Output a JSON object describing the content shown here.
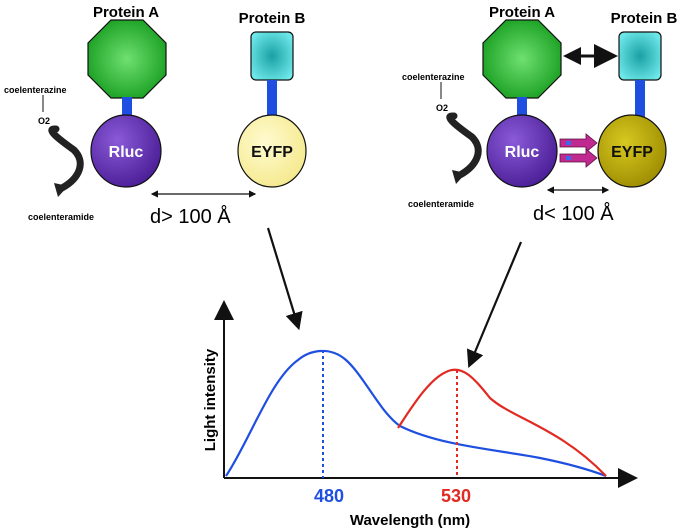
{
  "left_panel": {
    "protein_a": "Protein A",
    "protein_b": "Protein B",
    "substrate": "coelenterazine",
    "oxygen": "O2",
    "product": "coelenteramide",
    "donor": "Rluc",
    "acceptor": "EYFP",
    "distance": "d> 100 Å"
  },
  "right_panel": {
    "protein_a": "Protein A",
    "protein_b": "Protein B",
    "substrate": "coelenterazine",
    "oxygen": "O2",
    "product": "coelenteramide",
    "donor": "Rluc",
    "acceptor": "EYFP",
    "distance": "d< 100 Å"
  },
  "spectrum": {
    "ylabel": "Light intensity",
    "xlabel": "Wavelength (nm)",
    "peak_blue_label": "480",
    "peak_red_label": "530"
  },
  "colors": {
    "octagon": "#22b22a",
    "square": "#28c8cc",
    "linker": "#1f4fe0",
    "rluc": "#5a2aa8",
    "eyfp_pale": "#fcf3a0",
    "eyfp_dark": "#b8a808",
    "blue": "#1f4fe0",
    "red": "#e02a22",
    "transfer": "#c02a90"
  }
}
